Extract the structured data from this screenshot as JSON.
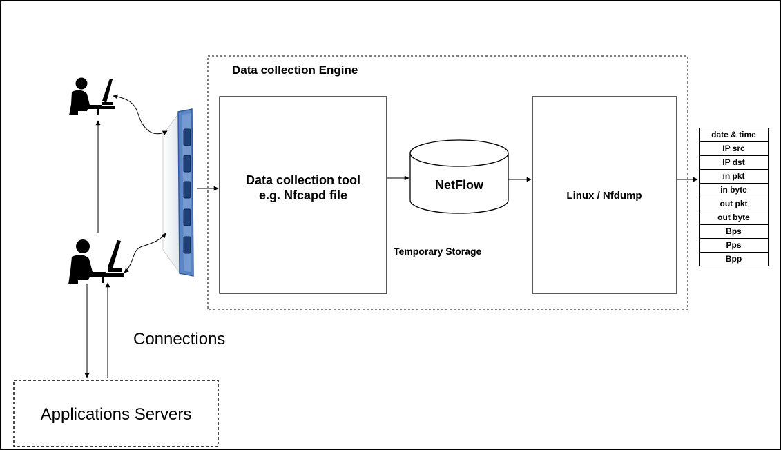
{
  "engine": {
    "title": "Data collection Engine",
    "collection_tool_line1": "Data collection tool",
    "collection_tool_line2": "e.g. Nfcapd file",
    "storage_name": "NetFlow",
    "storage_caption": "Temporary Storage",
    "processor": "Linux / Nfdump"
  },
  "connections_label": "Connections",
  "servers_label": "Applications Servers",
  "fields": [
    "date & time",
    "IP src",
    "IP dst",
    "in pkt",
    "in byte",
    "out pkt",
    "out byte",
    "Bps",
    "Pps",
    "Bpp"
  ],
  "icons": {
    "user": "person-at-computer-icon",
    "switch": "network-switch-icon",
    "storage": "database-cylinder-icon"
  },
  "colors": {
    "switch_body": "#5b86c6",
    "switch_dark": "#2d5a9e",
    "line": "#000000"
  }
}
